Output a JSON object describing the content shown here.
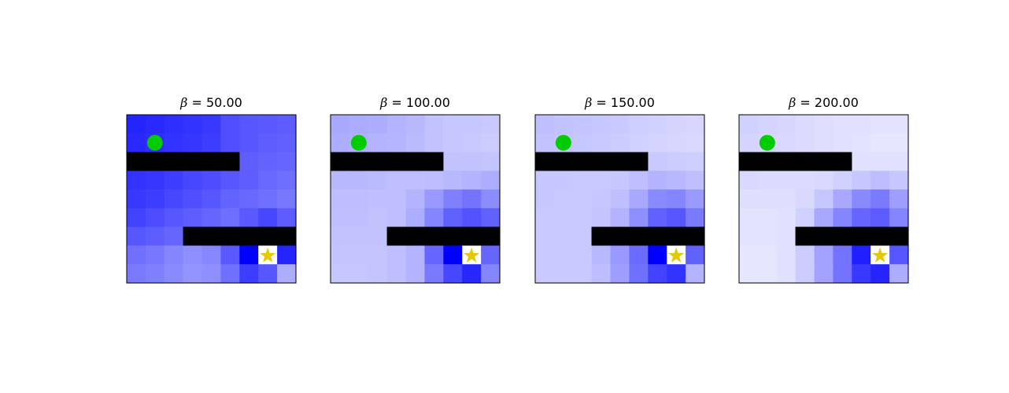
{
  "chart_data": {
    "type": "heatmap",
    "grid_size": [
      9,
      9
    ],
    "colormap": [
      "#ffffff",
      "#0000ff"
    ],
    "color_range": [
      0,
      1
    ],
    "grid": false,
    "walls": [
      {
        "row": 2,
        "cols": [
          0,
          5
        ]
      },
      {
        "row": 6,
        "cols": [
          3,
          8
        ]
      }
    ],
    "start": {
      "row": 1,
      "col": 1,
      "marker": "circle",
      "color": "#00cc00"
    },
    "goal": {
      "row": 7,
      "col": 7,
      "marker": "star",
      "color": "#e6c800",
      "cell_color": "#ffffff"
    },
    "panels": [
      {
        "title_symbol": "β",
        "title_text": " = 50.00",
        "beta": 50,
        "values": [
          [
            0.86,
            0.84,
            0.82,
            0.8,
            0.78,
            0.69,
            0.66,
            0.65,
            0.64
          ],
          [
            0.84,
            0.82,
            0.8,
            0.79,
            0.76,
            0.69,
            0.66,
            0.63,
            0.62
          ],
          [
            null,
            null,
            null,
            null,
            null,
            null,
            0.63,
            0.61,
            0.6
          ],
          [
            0.8,
            0.79,
            0.76,
            0.72,
            0.7,
            0.66,
            0.63,
            0.59,
            0.57
          ],
          [
            0.78,
            0.76,
            0.72,
            0.69,
            0.66,
            0.61,
            0.59,
            0.56,
            0.53
          ],
          [
            0.74,
            0.7,
            0.66,
            0.63,
            0.6,
            0.57,
            0.65,
            0.72,
            0.64
          ],
          [
            0.66,
            0.63,
            0.6,
            null,
            null,
            null,
            null,
            null,
            null
          ],
          [
            0.56,
            0.53,
            0.48,
            0.44,
            0.47,
            0.65,
            1.0,
            0.0,
            0.86
          ],
          [
            0.52,
            0.5,
            0.46,
            0.42,
            0.44,
            0.56,
            0.76,
            0.66,
            0.32
          ]
        ]
      },
      {
        "title_symbol": "β",
        "title_text": " = 100.00",
        "beta": 100,
        "values": [
          [
            0.34,
            0.33,
            0.32,
            0.3,
            0.28,
            0.24,
            0.22,
            0.22,
            0.21
          ],
          [
            0.32,
            0.31,
            0.3,
            0.29,
            0.27,
            0.24,
            0.22,
            0.21,
            0.2
          ],
          [
            null,
            null,
            null,
            null,
            null,
            null,
            0.24,
            0.24,
            0.23
          ],
          [
            0.28,
            0.28,
            0.27,
            0.25,
            0.25,
            0.26,
            0.28,
            0.3,
            0.32
          ],
          [
            0.26,
            0.26,
            0.25,
            0.25,
            0.3,
            0.4,
            0.5,
            0.55,
            0.45
          ],
          [
            0.25,
            0.25,
            0.24,
            0.25,
            0.32,
            0.48,
            0.62,
            0.68,
            0.62
          ],
          [
            0.24,
            0.24,
            0.24,
            null,
            null,
            null,
            null,
            null,
            null
          ],
          [
            0.23,
            0.23,
            0.23,
            0.25,
            0.3,
            0.6,
            1.0,
            0.0,
            0.6
          ],
          [
            0.22,
            0.22,
            0.23,
            0.25,
            0.3,
            0.52,
            0.72,
            0.85,
            0.48
          ]
        ]
      },
      {
        "title_symbol": "β",
        "title_text": " = 150.00",
        "beta": 150,
        "values": [
          [
            0.25,
            0.24,
            0.23,
            0.22,
            0.21,
            0.19,
            0.18,
            0.17,
            0.16
          ],
          [
            0.24,
            0.23,
            0.22,
            0.21,
            0.2,
            0.18,
            0.17,
            0.16,
            0.15
          ],
          [
            null,
            null,
            null,
            null,
            null,
            null,
            0.21,
            0.2,
            0.19
          ],
          [
            0.22,
            0.22,
            0.21,
            0.21,
            0.22,
            0.25,
            0.3,
            0.28,
            0.25
          ],
          [
            0.22,
            0.21,
            0.21,
            0.22,
            0.25,
            0.34,
            0.46,
            0.48,
            0.4
          ],
          [
            0.21,
            0.21,
            0.21,
            0.23,
            0.3,
            0.44,
            0.62,
            0.66,
            0.52
          ],
          [
            0.21,
            0.21,
            0.21,
            null,
            null,
            null,
            null,
            null,
            null
          ],
          [
            0.21,
            0.21,
            0.21,
            0.28,
            0.4,
            0.58,
            1.0,
            0.0,
            0.62
          ],
          [
            0.21,
            0.21,
            0.21,
            0.26,
            0.38,
            0.56,
            0.74,
            0.8,
            0.3
          ]
        ]
      },
      {
        "title_symbol": "β",
        "title_text": " = 200.00",
        "beta": 200,
        "values": [
          [
            0.18,
            0.17,
            0.16,
            0.14,
            0.13,
            0.12,
            0.12,
            0.11,
            0.11
          ],
          [
            0.17,
            0.16,
            0.15,
            0.14,
            0.13,
            0.12,
            0.11,
            0.1,
            0.1
          ],
          [
            null,
            null,
            null,
            null,
            null,
            null,
            0.12,
            0.12,
            0.12
          ],
          [
            0.15,
            0.14,
            0.14,
            0.14,
            0.15,
            0.18,
            0.22,
            0.26,
            0.22
          ],
          [
            0.13,
            0.13,
            0.13,
            0.15,
            0.22,
            0.34,
            0.46,
            0.52,
            0.38
          ],
          [
            0.11,
            0.11,
            0.12,
            0.18,
            0.34,
            0.48,
            0.6,
            0.64,
            0.48
          ],
          [
            0.11,
            0.11,
            0.12,
            null,
            null,
            null,
            null,
            null,
            null
          ],
          [
            0.1,
            0.1,
            0.12,
            0.2,
            0.36,
            0.55,
            0.88,
            0.0,
            0.66
          ],
          [
            0.1,
            0.1,
            0.12,
            0.2,
            0.36,
            0.55,
            0.78,
            0.86,
            0.32
          ]
        ]
      }
    ]
  }
}
